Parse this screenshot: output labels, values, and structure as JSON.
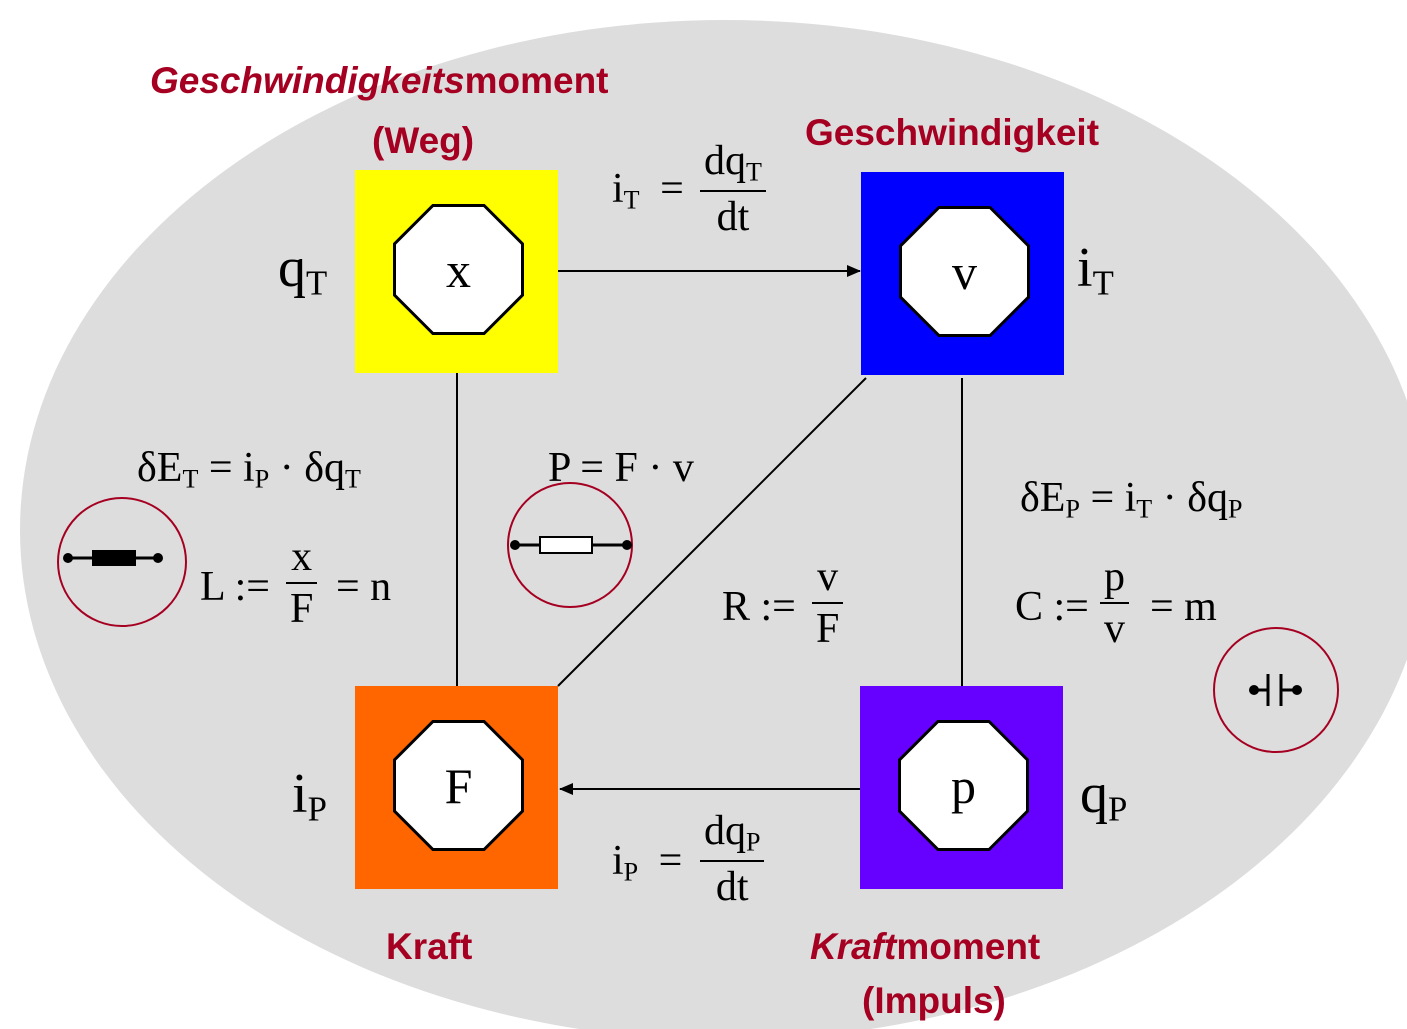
{
  "labels": {
    "geschwindigkeitsmoment_italic": "Geschwindigkeits",
    "geschwindigkeitsmoment_rest": "moment",
    "weg": "(Weg)",
    "geschwindigkeit": "Geschwindigkeit",
    "kraft": "Kraft",
    "kraftmoment_italic": "Kraft",
    "kraftmoment_rest": "moment",
    "impuls": "(Impuls)"
  },
  "nodes": {
    "x": {
      "symbol": "x",
      "color": "#ffff00",
      "var": "q",
      "sub": "T"
    },
    "v": {
      "symbol": "v",
      "color": "#0000ff",
      "var": "i",
      "sub": "T"
    },
    "F": {
      "symbol": "F",
      "color": "#ff6600",
      "var": "i",
      "sub": "P"
    },
    "p": {
      "symbol": "p",
      "color": "#6600ff",
      "var": "q",
      "sub": "P"
    }
  },
  "equations": {
    "iT": {
      "lhs": "i",
      "lhs_sub": "T",
      "eq": "=",
      "num": "dq",
      "num_sub": "T",
      "den": "dt"
    },
    "iP": {
      "lhs": "i",
      "lhs_sub": "P",
      "eq": "=",
      "num": "dq",
      "num_sub": "P",
      "den": "dt"
    },
    "dET": {
      "a": "δE",
      "a_sub": "T",
      "eq": "=",
      "b": "i",
      "b_sub": "P",
      "dot": "·",
      "c": "δq",
      "c_sub": "T"
    },
    "dEP": {
      "a": "δE",
      "a_sub": "P",
      "eq": "=",
      "b": "i",
      "b_sub": "T",
      "dot": "·",
      "c": "δq",
      "c_sub": "P"
    },
    "L": {
      "lhs": "L :=",
      "num": "x",
      "den": "F",
      "rhs": "= n"
    },
    "R": {
      "lhs": "R :=",
      "num": "v",
      "den": "F"
    },
    "C": {
      "lhs": "C :=",
      "num": "p",
      "den": "v",
      "rhs": "= m"
    },
    "P": {
      "text": "P = F · v"
    }
  },
  "colors": {
    "ellipse": "#dddddd",
    "label_red": "#a50021",
    "circle_border": "#a50021"
  },
  "icons": [
    "inductor-icon",
    "resistor-icon",
    "capacitor-icon"
  ]
}
